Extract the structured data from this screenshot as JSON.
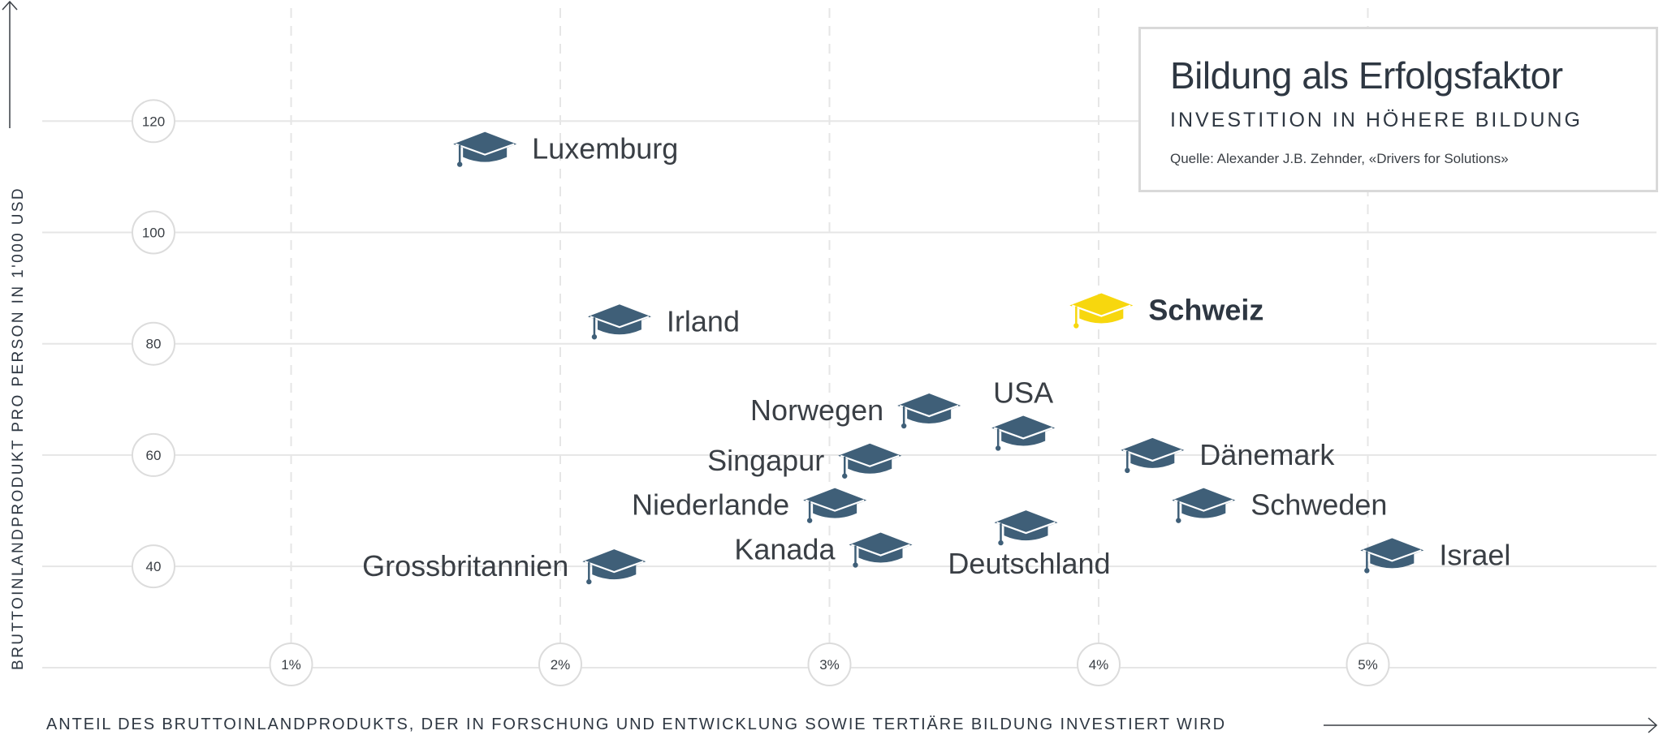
{
  "chart_data": {
    "type": "scatter",
    "title": "Bildung als Erfolgsfaktor",
    "subtitle": "INVESTITION IN HÖHERE BILDUNG",
    "source": "Quelle: Alexander J.B. Zehnder, «Drivers for Solutions»",
    "xlabel": "ANTEIL DES BRUTTOINLANDPRODUKTS, DER IN FORSCHUNG UND ENTWICKLUNG SOWIE TERTIÄRE BILDUNG INVESTIERT WIRD",
    "ylabel": "BRUTTOINLANDPRODUKT PRO PERSON IN 1'000 USD",
    "x_ticks": [
      {
        "value": 1,
        "label": "1%"
      },
      {
        "value": 2,
        "label": "2%"
      },
      {
        "value": 3,
        "label": "3%"
      },
      {
        "value": 4,
        "label": "4%"
      },
      {
        "value": 5,
        "label": "5%"
      }
    ],
    "y_ticks": [
      {
        "value": 40,
        "label": "40"
      },
      {
        "value": 60,
        "label": "60"
      },
      {
        "value": 80,
        "label": "80"
      },
      {
        "value": 100,
        "label": "100"
      },
      {
        "value": 120,
        "label": "120"
      }
    ],
    "xlim": [
      0.0,
      6.0
    ],
    "ylim": [
      20,
      140
    ],
    "grid": true,
    "marker": "graduation-cap-icon",
    "colors": {
      "default": "#3f5f78",
      "highlight": "#f7d70e",
      "grid": "#e6e6e6",
      "text": "#3a3f45"
    },
    "points": [
      {
        "name": "Luxemburg",
        "x": 1.72,
        "y": 115,
        "label_side": "right",
        "highlight": false
      },
      {
        "name": "Irland",
        "x": 2.22,
        "y": 84,
        "label_side": "right",
        "highlight": false
      },
      {
        "name": "Schweiz",
        "x": 4.01,
        "y": 86,
        "label_side": "right",
        "highlight": true
      },
      {
        "name": "Norwegen",
        "x": 3.37,
        "y": 68,
        "label_side": "left",
        "highlight": false
      },
      {
        "name": "USA",
        "x": 3.72,
        "y": 64,
        "label_side": "top",
        "highlight": false
      },
      {
        "name": "Singapur",
        "x": 3.15,
        "y": 59,
        "label_side": "left",
        "highlight": false
      },
      {
        "name": "Dänemark",
        "x": 4.2,
        "y": 60,
        "label_side": "right",
        "highlight": false
      },
      {
        "name": "Schweden",
        "x": 4.39,
        "y": 51,
        "label_side": "right",
        "highlight": false
      },
      {
        "name": "Niederlande",
        "x": 3.02,
        "y": 51,
        "label_side": "left",
        "highlight": false
      },
      {
        "name": "Kanada",
        "x": 3.19,
        "y": 43,
        "label_side": "left",
        "highlight": false
      },
      {
        "name": "Deutschland",
        "x": 3.73,
        "y": 47,
        "label_side": "bottom",
        "highlight": false
      },
      {
        "name": "Grossbritannien",
        "x": 2.2,
        "y": 40,
        "label_side": "left",
        "highlight": false
      },
      {
        "name": "Israel",
        "x": 5.09,
        "y": 42,
        "label_side": "right",
        "highlight": false
      }
    ]
  }
}
